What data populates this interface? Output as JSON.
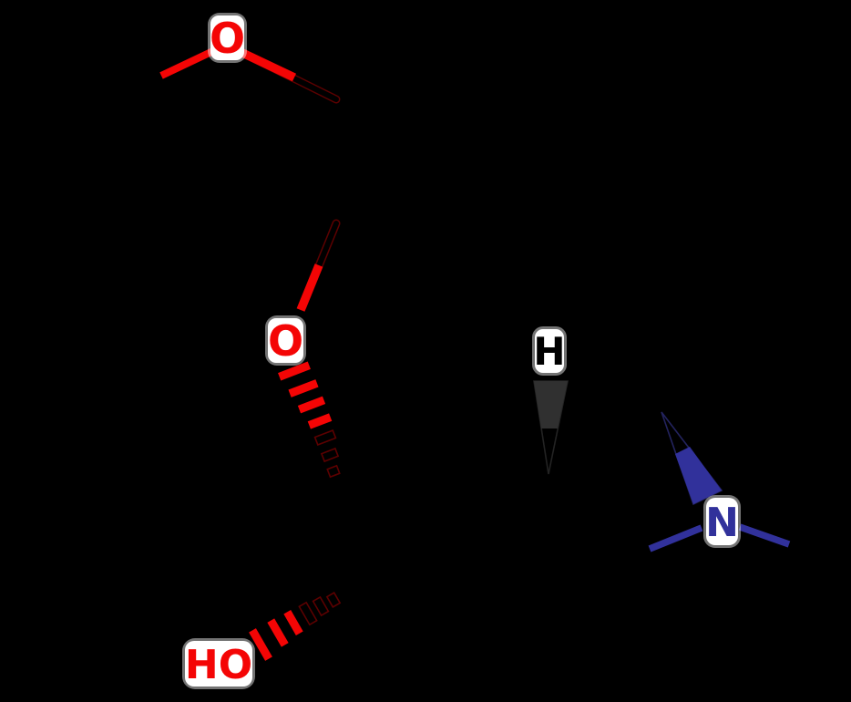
{
  "diagram": {
    "type": "chemical-structure",
    "background": "#000000",
    "atom_labels": {
      "methoxy_oxygen": "O",
      "bridge_oxygen": "O",
      "hydroxyl_group": "HO",
      "stereo_hydrogen": "H",
      "amine_nitrogen": "N"
    },
    "colors": {
      "oxygen_red": "#f40505",
      "oxygen_outline_dark": "#5c0000",
      "nitrogen_blue": "#31319b",
      "nitrogen_outline_dark": "#23235e",
      "hydrogen_wedge_gray": "#303030",
      "hydrogen_outline_dark": "#232323",
      "bond_black": "#000000",
      "label_background": "#ffffff",
      "hydrogen_text": "#000000",
      "halo_white": "#ffffff"
    }
  }
}
